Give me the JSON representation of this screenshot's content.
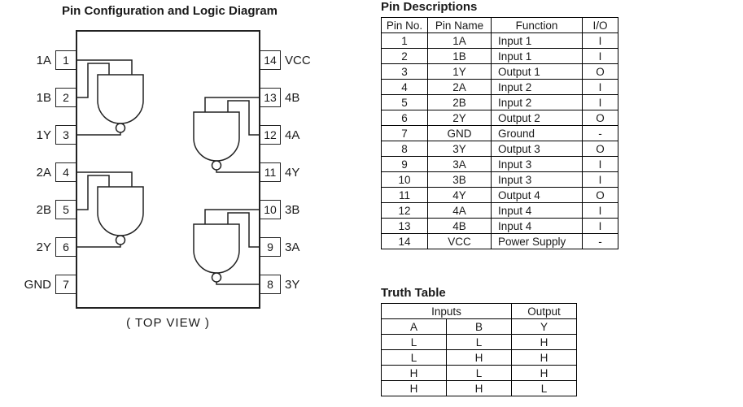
{
  "diagram": {
    "title": "Pin Configuration and Logic Diagram",
    "caption": "( TOP VIEW )",
    "left_pins": [
      {
        "number": "1",
        "label": "1A"
      },
      {
        "number": "2",
        "label": "1B"
      },
      {
        "number": "3",
        "label": "1Y"
      },
      {
        "number": "4",
        "label": "2A"
      },
      {
        "number": "5",
        "label": "2B"
      },
      {
        "number": "6",
        "label": "2Y"
      },
      {
        "number": "7",
        "label": "GND"
      }
    ],
    "right_pins": [
      {
        "number": "14",
        "label": "VCC"
      },
      {
        "number": "13",
        "label": "4B"
      },
      {
        "number": "12",
        "label": "4A"
      },
      {
        "number": "11",
        "label": "4Y"
      },
      {
        "number": "10",
        "label": "3B"
      },
      {
        "number": "9",
        "label": "3A"
      },
      {
        "number": "8",
        "label": "3Y"
      }
    ]
  },
  "pin_descriptions": {
    "title": "Pin Descriptions",
    "headers": [
      "Pin No.",
      "Pin Name",
      "Function",
      "I/O"
    ],
    "rows": [
      [
        "1",
        "1A",
        "Input 1",
        "I"
      ],
      [
        "2",
        "1B",
        "Input 1",
        "I"
      ],
      [
        "3",
        "1Y",
        "Output 1",
        "O"
      ],
      [
        "4",
        "2A",
        "Input 2",
        "I"
      ],
      [
        "5",
        "2B",
        "Input 2",
        "I"
      ],
      [
        "6",
        "2Y",
        "Output 2",
        "O"
      ],
      [
        "7",
        "GND",
        "Ground",
        "-"
      ],
      [
        "8",
        "3Y",
        "Output 3",
        "O"
      ],
      [
        "9",
        "3A",
        "Input 3",
        "I"
      ],
      [
        "10",
        "3B",
        "Input 3",
        "I"
      ],
      [
        "11",
        "4Y",
        "Output 4",
        "O"
      ],
      [
        "12",
        "4A",
        "Input 4",
        "I"
      ],
      [
        "13",
        "4B",
        "Input 4",
        "I"
      ],
      [
        "14",
        "VCC",
        "Power Supply",
        "-"
      ]
    ]
  },
  "truth_table": {
    "title": "Truth Table",
    "group_headers": [
      "Inputs",
      "Output"
    ],
    "col_headers": [
      "A",
      "B",
      "Y"
    ],
    "rows": [
      [
        "L",
        "L",
        "H"
      ],
      [
        "L",
        "H",
        "H"
      ],
      [
        "H",
        "L",
        "H"
      ],
      [
        "H",
        "H",
        "L"
      ]
    ]
  }
}
